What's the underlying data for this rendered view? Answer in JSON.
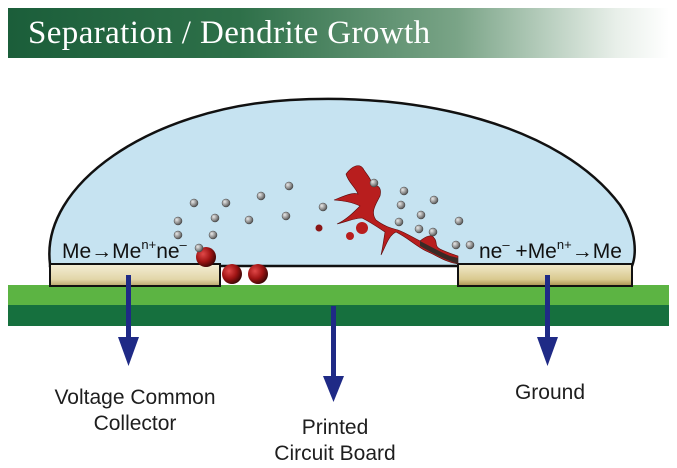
{
  "title": "Separation / Dendrite Growth",
  "equations": {
    "left": {
      "base": "Me→Me",
      "sup": "n+",
      "tail": "ne",
      "tail_sup": "–"
    },
    "right": {
      "head": "ne",
      "head_sup": "–",
      "mid": " +Me",
      "mid_sup": "n+",
      "tail": "→Me"
    }
  },
  "labels": {
    "voltage_line1": "Voltage Common",
    "voltage_line2": "Collector",
    "pcb_line1": "Printed",
    "pcb_line2": "Circuit Board",
    "ground": "Ground"
  },
  "colors": {
    "droplet": "#c6e3f1",
    "electrode": "#ebe1be",
    "pcb_light": "#5cb443",
    "pcb_dark": "#16703e",
    "arrow": "#1f2a86",
    "dendrite": "#b81e1e",
    "ion": "#8a8a8a"
  }
}
